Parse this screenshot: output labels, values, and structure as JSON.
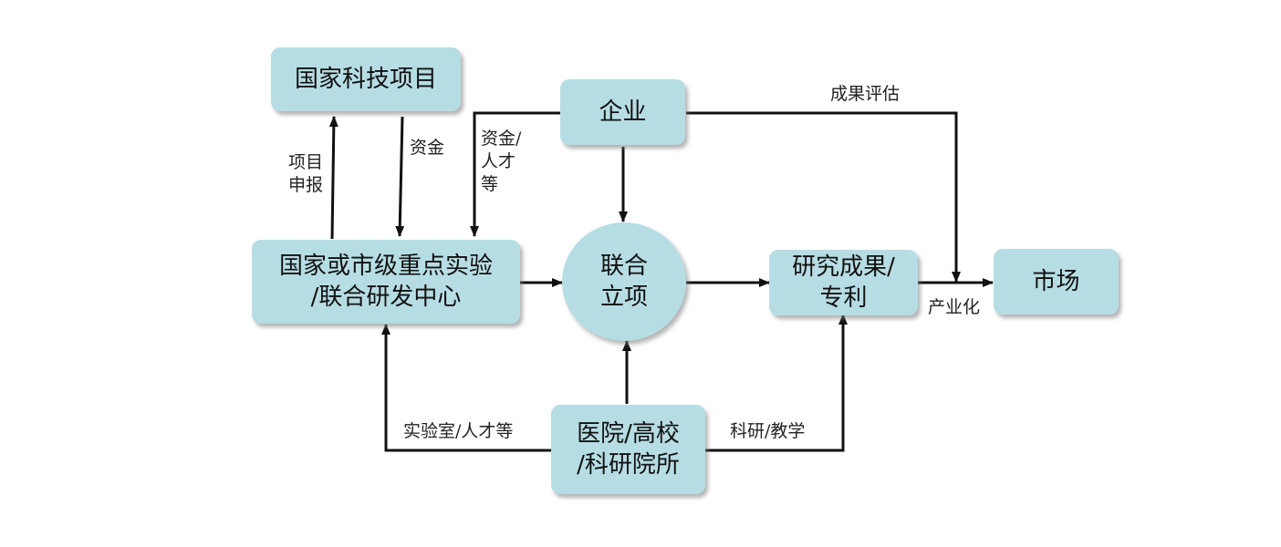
{
  "nodes": {
    "national_project": "国家科技项目",
    "enterprise": "企业",
    "lab_center": [
      "国家或市级重点实验",
      "/联合研发中心"
    ],
    "joint_project": [
      "联合",
      "立项"
    ],
    "results_patent": [
      "研究成果/",
      "专利"
    ],
    "market": "市场",
    "hospital_university": [
      "医院/高校",
      "/科研院所"
    ]
  },
  "edge_labels": {
    "project_apply": [
      "项目",
      "申报"
    ],
    "funding": "资金",
    "funding_talent": [
      "资金/",
      "人才",
      "等"
    ],
    "result_evaluation": "成果评估",
    "industrialization": "产业化",
    "lab_talent": "实验室/人才等",
    "research_teaching": "科研/教学"
  },
  "colors": {
    "box_fill": "#b7dde4",
    "arrow": "#111111"
  }
}
